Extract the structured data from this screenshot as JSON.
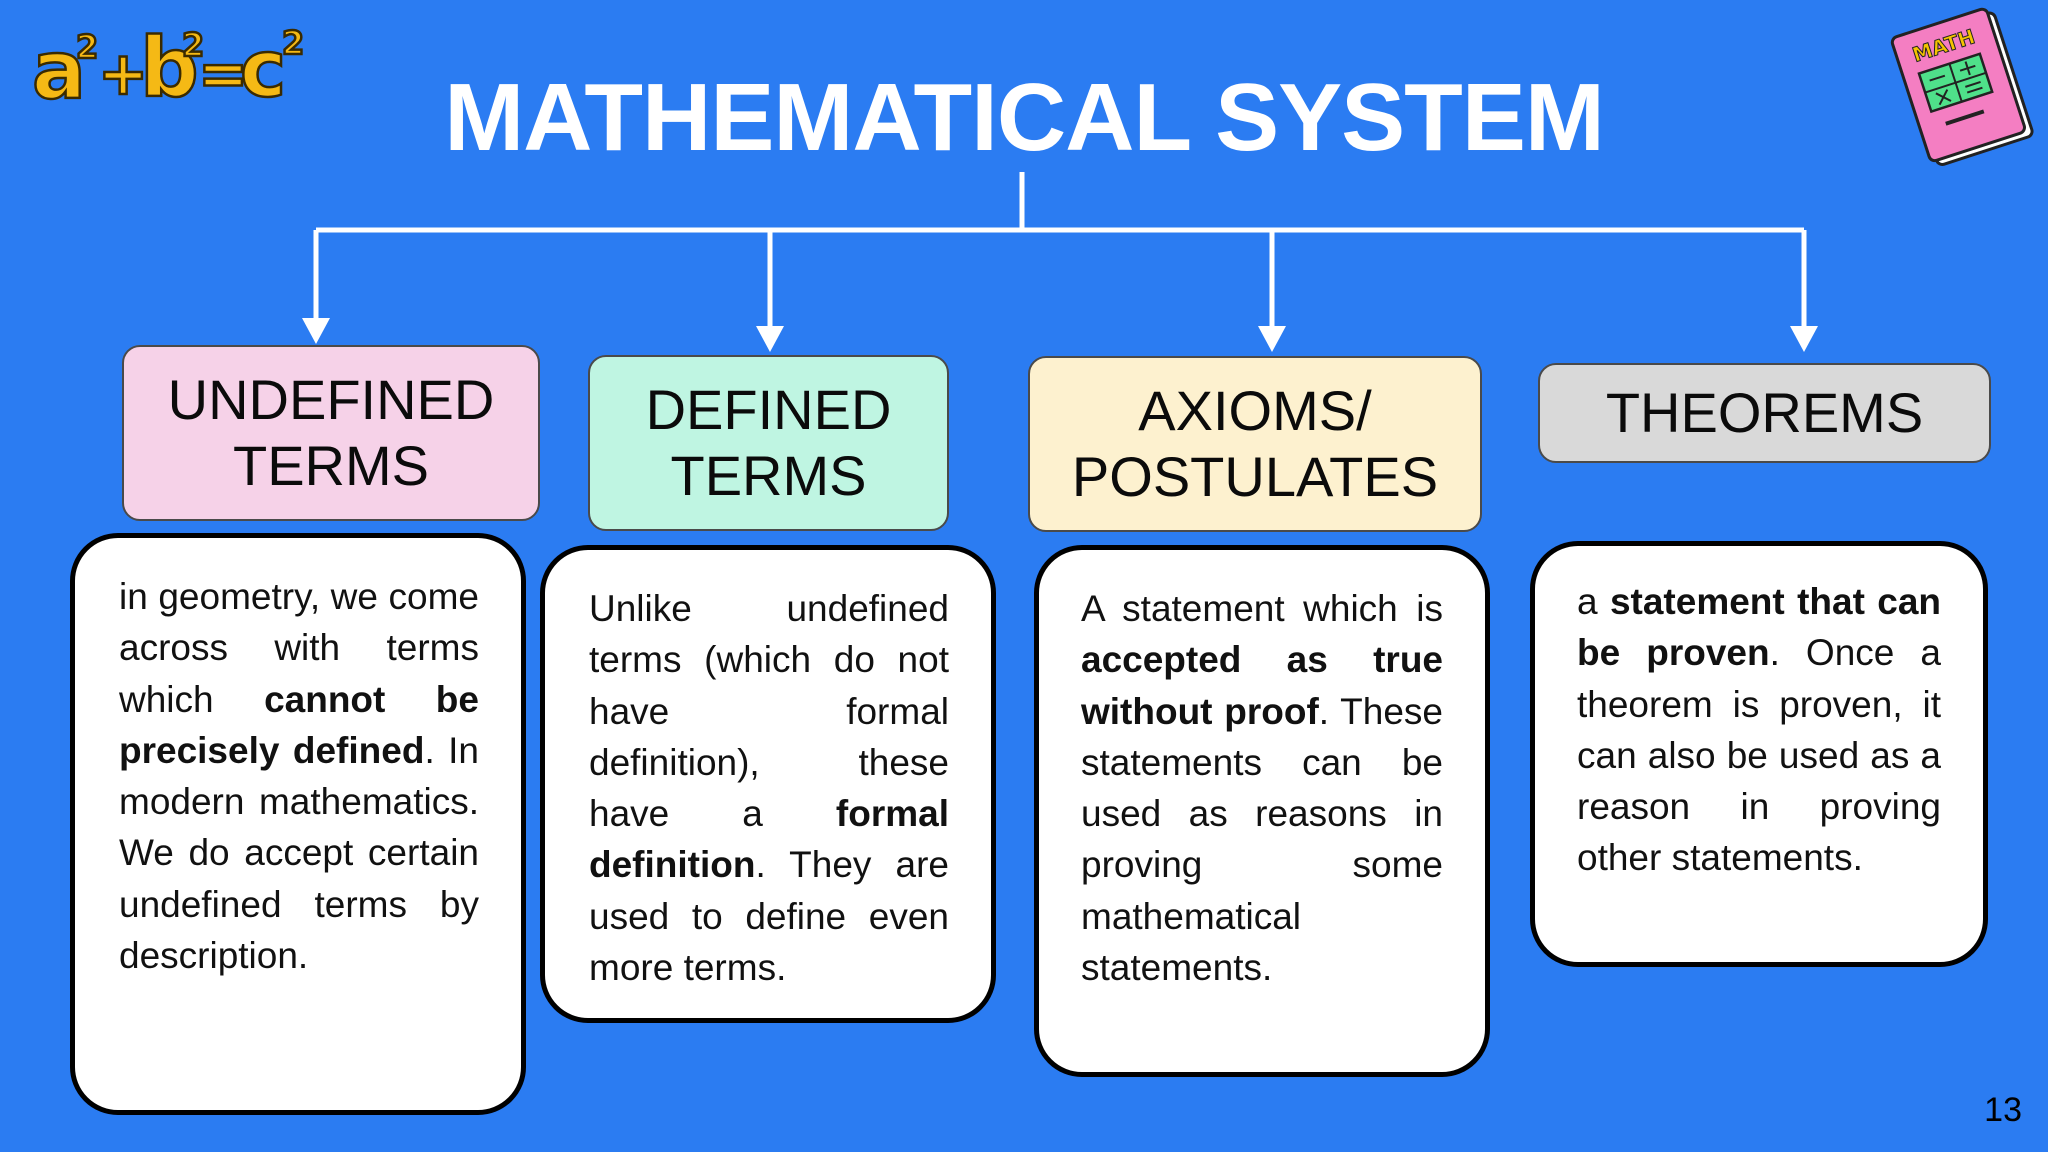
{
  "slide": {
    "title": "MATHEMATICAL SYSTEM",
    "page_number": "13",
    "formula": {
      "a": "a",
      "b": "b",
      "c": "c",
      "exp": "2",
      "plus": "+",
      "equals": "="
    },
    "book_label": "MATH",
    "colors": {
      "background": "#2b7cf2",
      "undefined": "#f6d2e8",
      "defined": "#bff5e2",
      "axioms": "#fdf1cf",
      "theorems": "#d9d9d9",
      "formula": "#f5b915"
    }
  },
  "columns": [
    {
      "header": [
        "UNDEFINED",
        "TERMS"
      ],
      "segments": [
        {
          "text": "in geometry, we come across with terms which "
        },
        {
          "text": "cannot be precisely defined",
          "bold": true
        },
        {
          "text": ". In modern mathematics. We do accept certain undefined terms by description."
        }
      ]
    },
    {
      "header": [
        "DEFINED",
        "TERMS"
      ],
      "segments": [
        {
          "text": "Unlike undefined terms (which do not have formal definition), these have a "
        },
        {
          "text": "formal definition",
          "bold": true
        },
        {
          "text": ". They are used to define even more terms."
        }
      ]
    },
    {
      "header": [
        "AXIOMS/",
        "POSTULATES"
      ],
      "segments": [
        {
          "text": "A statement which is "
        },
        {
          "text": "accepted as true without proof",
          "bold": true
        },
        {
          "text": ". These statements can be used as reasons in proving some mathematical statements."
        }
      ]
    },
    {
      "header": [
        "THEOREMS"
      ],
      "segments": [
        {
          "text": "a "
        },
        {
          "text": "statement that can be proven",
          "bold": true
        },
        {
          "text": ". Once a theorem is proven, it can also be used as a reason in proving other statements."
        }
      ]
    }
  ]
}
